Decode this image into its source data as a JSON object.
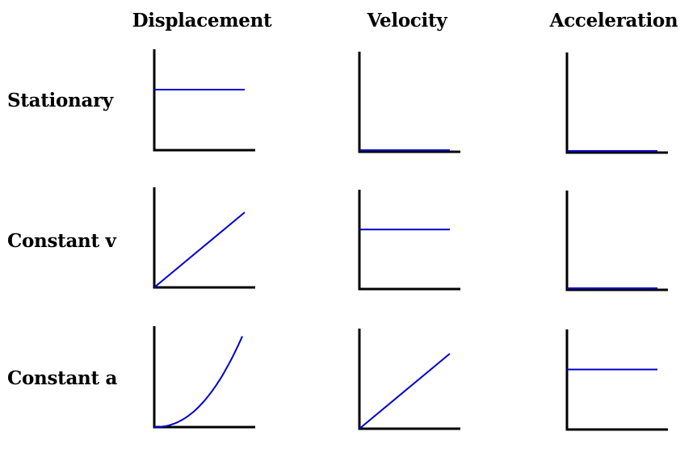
{
  "columns": [
    {
      "label": "Displacement"
    },
    {
      "label": "Velocity"
    },
    {
      "label": "Acceleration"
    }
  ],
  "rows": [
    {
      "label": "Stationary"
    },
    {
      "label": "Constant v"
    },
    {
      "label": "Constant a"
    }
  ],
  "colors": {
    "axis": "#000000",
    "curve": "#0000cc"
  },
  "graphs": [
    [
      {
        "shape": "flat",
        "level": 0.6
      },
      {
        "shape": "flat",
        "level": 0.0
      },
      {
        "shape": "flat",
        "level": 0.0
      }
    ],
    [
      {
        "shape": "linear",
        "end_level": 0.75
      },
      {
        "shape": "flat",
        "level": 0.6
      },
      {
        "shape": "flat",
        "level": 0.0
      }
    ],
    [
      {
        "shape": "quadratic",
        "end_level": 0.9
      },
      {
        "shape": "linear",
        "end_level": 0.75
      },
      {
        "shape": "flat",
        "level": 0.6
      }
    ]
  ]
}
